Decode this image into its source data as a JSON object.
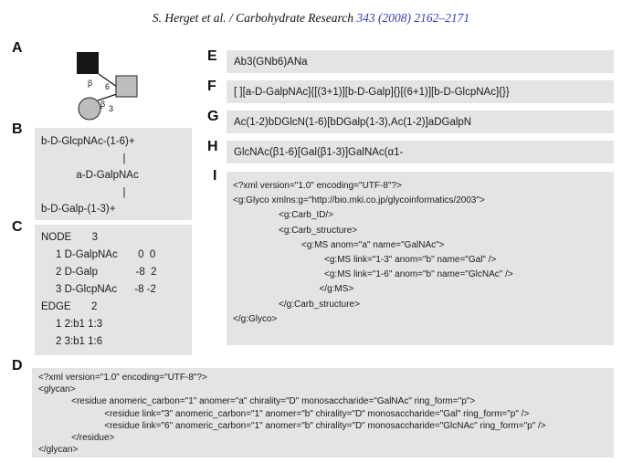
{
  "header": {
    "text": "S. Herget et al. / Carbohydrate Research ",
    "citation": "343 (2008) 2162–2171"
  },
  "colors": {
    "box_background": "#e4e4e4",
    "citation_link": "#2e3bbf",
    "shape_black": "#161616",
    "shape_gray": "#bdbdbd"
  },
  "panels": {
    "A": {
      "label": "A",
      "labels": {
        "top_anomer": "β",
        "top_position": "6",
        "bottom_anomer": "β",
        "bottom_position": "3"
      }
    },
    "B": {
      "label": "B",
      "lines": [
        "b-D-GlcpNAc-(1-6)+",
        "                            |",
        "            a-D-GalpNAc",
        "                            |",
        "b-D-Galp-(1-3)+"
      ]
    },
    "C": {
      "label": "C",
      "lines": [
        "NODE       3",
        "     1 D-GalpNAc       0  0",
        "     2 D-Galp             -8  2",
        "     3 D-GlcpNAc      -8 -2",
        "EDGE       2",
        "     1 2:b1 1:3",
        "     2 3:b1 1:6"
      ]
    },
    "D": {
      "label": "D",
      "lines": [
        "<?xml version=\"1.0\" encoding=\"UTF-8\"?>",
        "<glycan>",
        "             <residue anomeric_carbon=\"1\" anomer=\"a\" chirality=\"D\" monosaccharide=\"GalNAc\" ring_form=\"p\">",
        "                          <residue link=\"3\" anomeric_carbon=\"1\" anomer=\"b\" chirality=\"D\" monosaccharide=\"Gal\" ring_form=\"p\" />",
        "                          <residue link=\"6\" anomeric_carbon=\"1\" anomer=\"b\" chirality=\"D\" monosaccharide=\"GlcNAc\" ring_form=\"p\" />",
        "             </residue>",
        "</glycan>"
      ]
    },
    "E": {
      "label": "E",
      "text": "Ab3(GNb6)ANa"
    },
    "F": {
      "label": "F",
      "text": "[ ][a-D-GalpNAc]{[(3+1)][b-D-Galp]{}[(6+1)][b-D-GlcpNAc]{}}"
    },
    "G": {
      "label": "G",
      "text": "Ac(1-2)bDGlcN(1-6)[bDGalp(1-3),Ac(1-2)]aDGalpN"
    },
    "H": {
      "label": "H",
      "text": "GlcNAc(β1-6)[Gal(β1-3)]GalNAc(α1-"
    },
    "I": {
      "label": "I",
      "lines": [
        "<?xml version=\"1.0\" encoding=\"UTF-8\"?>",
        "<g:Glyco xmlns:g=\"http://bio.mki.co.jp/glycoinformatics/2003\">",
        "                  <g:Carb_ID/>",
        "                  <g:Carb_structure>",
        "                           <g:MS anom=\"a\" name=\"GalNAc\">",
        "                                    <g:MS link=\"1-3\" anom=\"b\" name=\"Gal\" />",
        "                                    <g:MS link=\"1-6\" anom=\"b\" name=\"GlcNAc\" />",
        "                                  </g:MS>",
        "                  </g:Carb_structure>",
        "</g:Glyco>"
      ]
    }
  }
}
